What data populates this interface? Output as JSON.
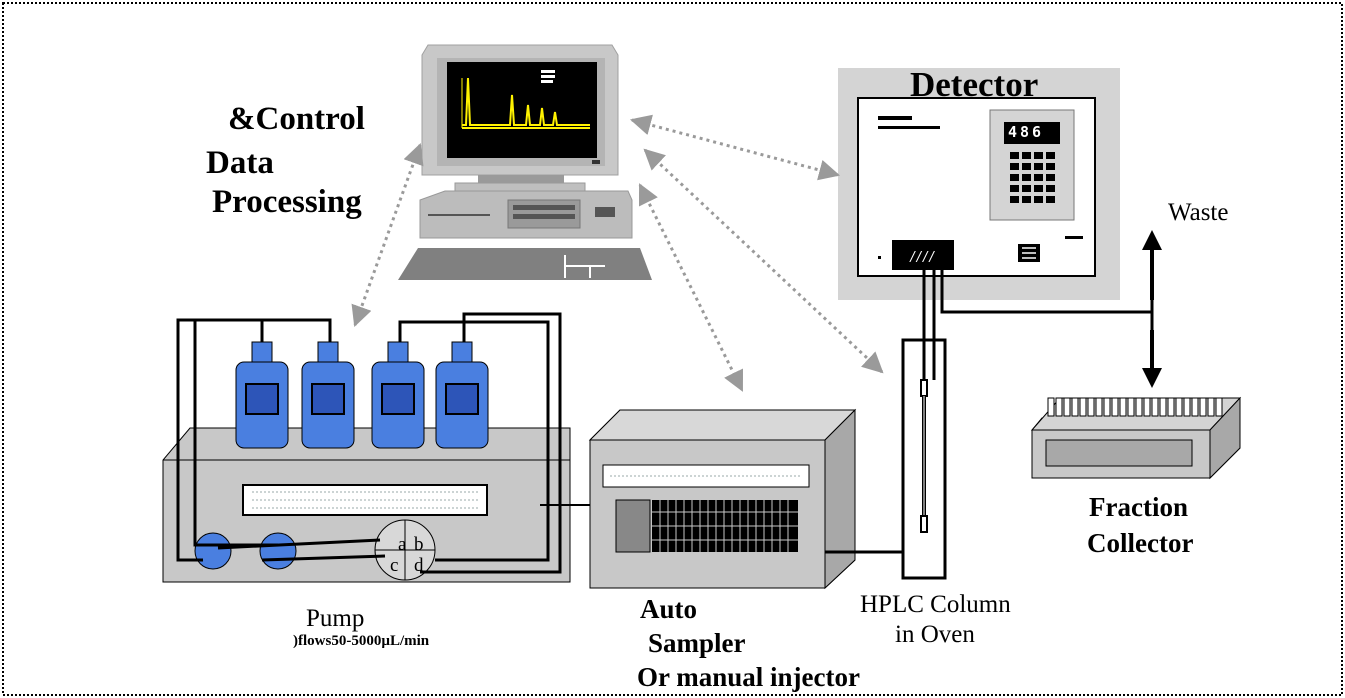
{
  "labels": {
    "control": "&Control",
    "data": "Data",
    "processing": "Processing",
    "detector": "Detector",
    "detector_display": "486",
    "waste": "Waste",
    "fraction": "Fraction",
    "collector": "Collector",
    "pump": "Pump",
    "flows": ")flows50-5000µL/min",
    "auto": "Auto",
    "sampler": "Sampler",
    "manual": "Or manual injector",
    "hplc": "HPLC Column",
    "oven": "in Oven",
    "valve_ports": [
      "a",
      "b",
      "c",
      "d"
    ]
  },
  "colors": {
    "bottle": "#4a7fe0",
    "bottle_window": "#2d55b8",
    "device": "#c8c8c8",
    "panel": "#d4d4d4",
    "link": "#9a9a9a",
    "screen": "#000000",
    "trace": "#fff200"
  }
}
